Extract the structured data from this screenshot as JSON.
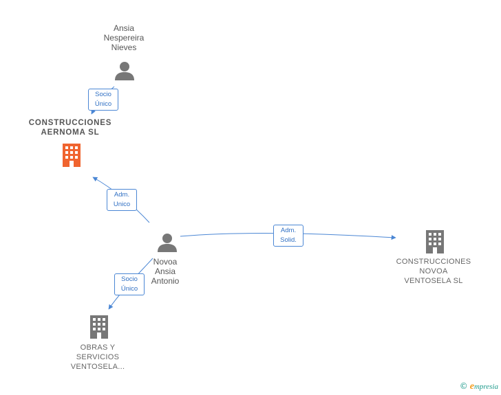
{
  "nodes": {
    "ansia": {
      "name": "Ansia\nNespereira\nNieves",
      "icon": "person-icon"
    },
    "aernoma": {
      "name": "CONSTRUCCIONES\nAERNOMA  SL",
      "icon": "building-icon"
    },
    "novoa": {
      "name": "Novoa\nAnsia\nAntonio",
      "icon": "person-icon"
    },
    "ventosela": {
      "name": "CONSTRUCCIONES\nNOVOA\nVENTOSELA SL",
      "icon": "building-icon"
    },
    "obras": {
      "name": "OBRAS Y\nSERVICIOS\nVENTOSELA...",
      "icon": "building-icon"
    }
  },
  "edges": {
    "ansia_aernoma": "Socio\nÚnico",
    "novoa_aernoma": "Adm.\nUnico",
    "novoa_ventosela": "Adm.\nSolid.",
    "novoa_obras": "Socio\nÚnico"
  },
  "colors": {
    "focus_company": "#f0642f",
    "company": "#777777",
    "person": "#777777",
    "edge": "#4a86d4"
  },
  "brand": {
    "copyright": "©",
    "e": "e",
    "name": "mpresia"
  }
}
